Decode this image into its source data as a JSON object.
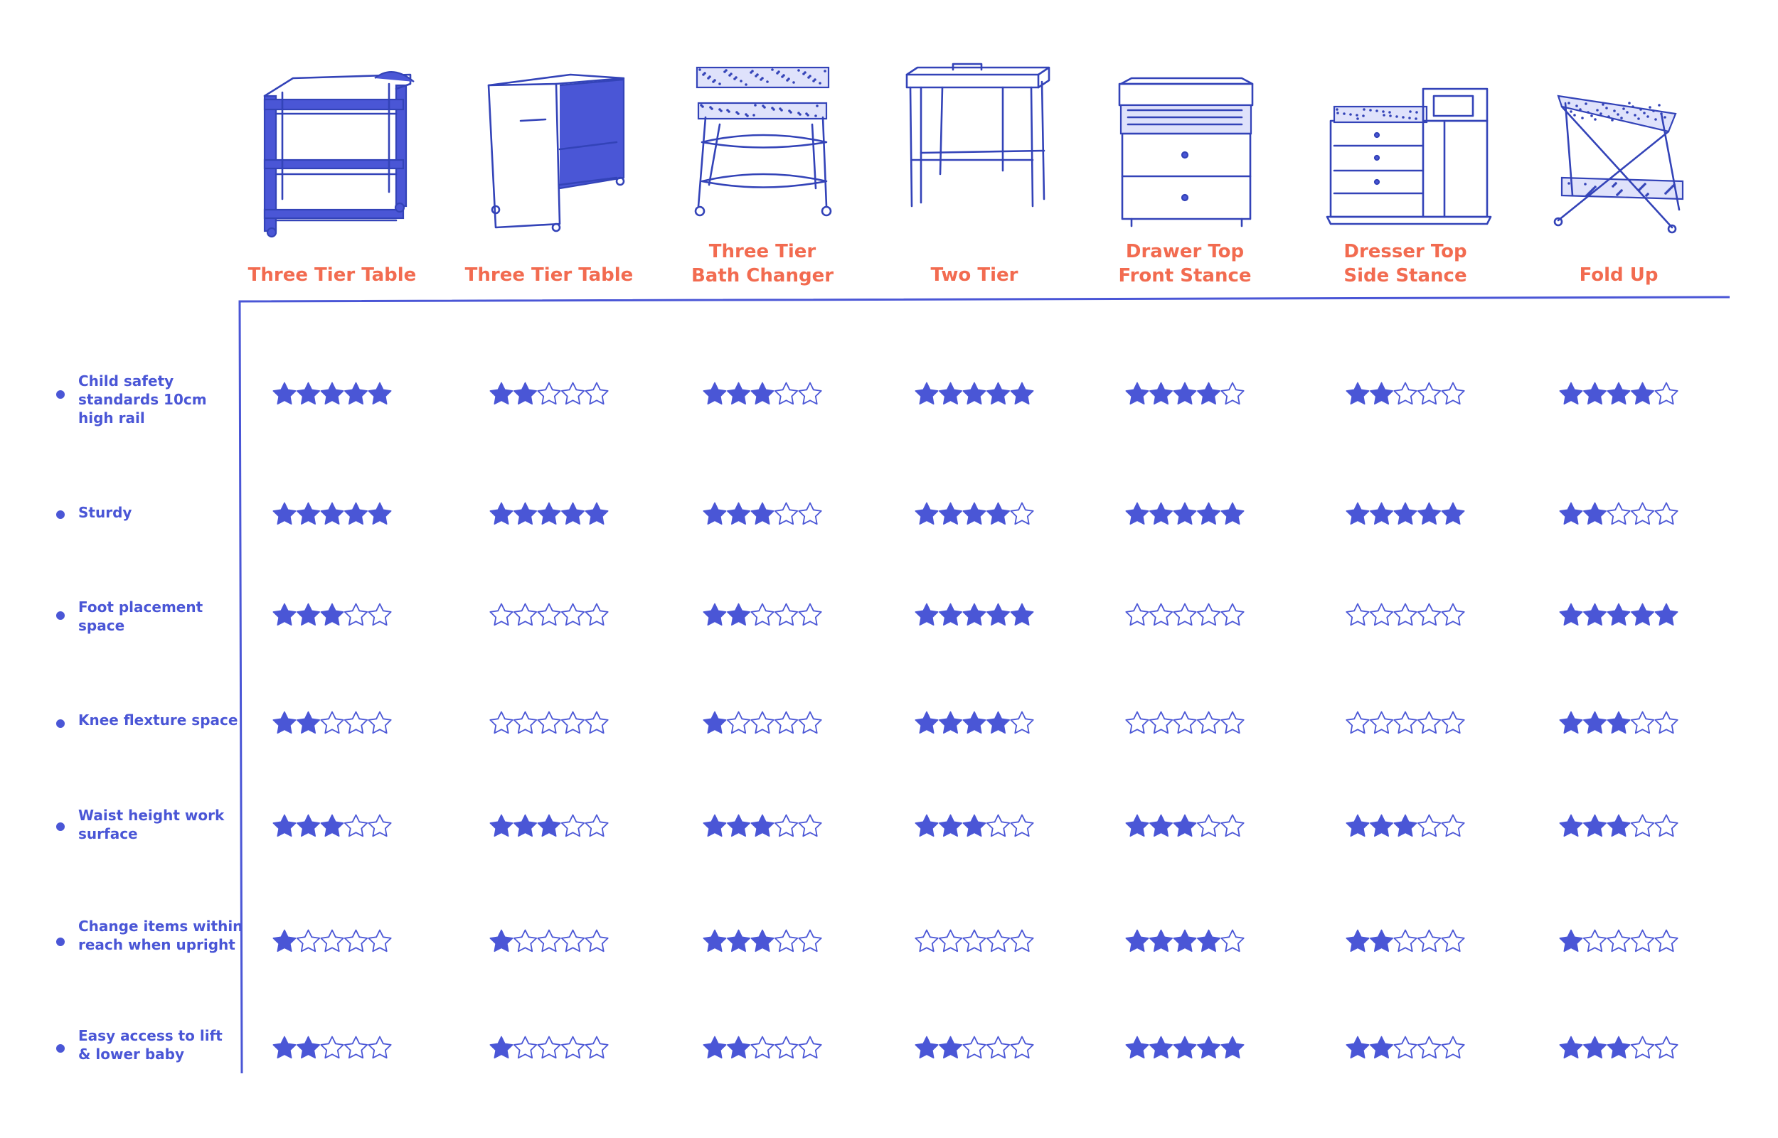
{
  "chart_data": {
    "type": "table",
    "title": "",
    "scale_max": 5,
    "columns": [
      "Three Tier Table",
      "Three Tier Table",
      "Three Tier Bath Changer",
      "Two Tier",
      "Drawer Top Front Stance",
      "Dresser Top Side Stance",
      "Fold Up"
    ],
    "column_title_lines": [
      [
        "Three Tier Table"
      ],
      [
        "Three Tier Table"
      ],
      [
        "Three Tier",
        "Bath Changer"
      ],
      [
        "Two Tier"
      ],
      [
        "Drawer Top",
        "Front Stance"
      ],
      [
        "Dresser Top",
        "Side Stance"
      ],
      [
        "Fold Up"
      ]
    ],
    "rows": [
      "Child safety standards 10cm high rail",
      "Sturdy",
      "Foot placement space",
      "Knee flexture space",
      "Waist height work surface",
      "Change items within reach when upright",
      "Easy access to lift & lower baby"
    ],
    "row_label_lines": [
      [
        "Child safety",
        "standards 10cm",
        "high rail"
      ],
      [
        "Sturdy"
      ],
      [
        "Foot placement",
        "space"
      ],
      [
        "Knee flexture space"
      ],
      [
        "Waist height work",
        "surface"
      ],
      [
        "Change items within",
        "reach when upright"
      ],
      [
        "Easy access to lift",
        "& lower baby"
      ]
    ],
    "ratings": [
      [
        5,
        2,
        3,
        5,
        4,
        2,
        4
      ],
      [
        5,
        5,
        3,
        4,
        5,
        5,
        2
      ],
      [
        3,
        0,
        2,
        5,
        0,
        0,
        5
      ],
      [
        2,
        0,
        1,
        4,
        0,
        0,
        3
      ],
      [
        3,
        3,
        3,
        3,
        3,
        3,
        3
      ],
      [
        1,
        1,
        3,
        0,
        4,
        2,
        1
      ],
      [
        2,
        1,
        2,
        2,
        5,
        2,
        3
      ]
    ],
    "icons": [
      "three-tier-table-dark-icon",
      "three-tier-table-panel-icon",
      "three-tier-bath-changer-icon",
      "two-tier-table-icon",
      "drawer-top-changer-icon",
      "dresser-top-changer-icon",
      "fold-up-changer-icon"
    ],
    "colors": {
      "accent": "#f26b50",
      "primary": "#4a56d6",
      "outline": "#3343b8"
    }
  }
}
